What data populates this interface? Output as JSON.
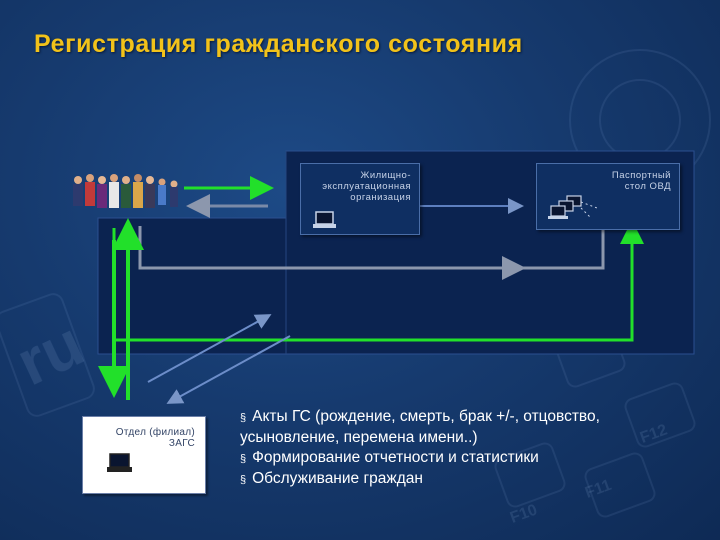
{
  "title": "Регистрация гражданского состояния",
  "nodes": {
    "housing": {
      "line1": "Жилищно-",
      "line2": "эксплуатационная",
      "line3": "организация"
    },
    "passport": {
      "line1": "Паспортный",
      "line2": "стол ОВД"
    },
    "zags": {
      "line1": "Отдел (филиал)",
      "line2": "ЗАГС"
    }
  },
  "bullets": [
    {
      "mark": "§",
      "text": "Акты ГС (рождение, смерть, брак +/-, отцовство,"
    },
    {
      "mark": "",
      "text": "усыновление, перемена имени..)"
    },
    {
      "mark": "§",
      "text": "Формирование отчетности и статистики"
    },
    {
      "mark": "§",
      "text": "Обслуживание граждан"
    }
  ],
  "colors": {
    "title": "#f2c21a",
    "green_arrow": "#22e02a",
    "gray_arrow": "#8c97ad",
    "panel": "#0b2350"
  },
  "icons": [
    "people-crowd-icon",
    "laptop-icon",
    "network-computers-icon"
  ]
}
